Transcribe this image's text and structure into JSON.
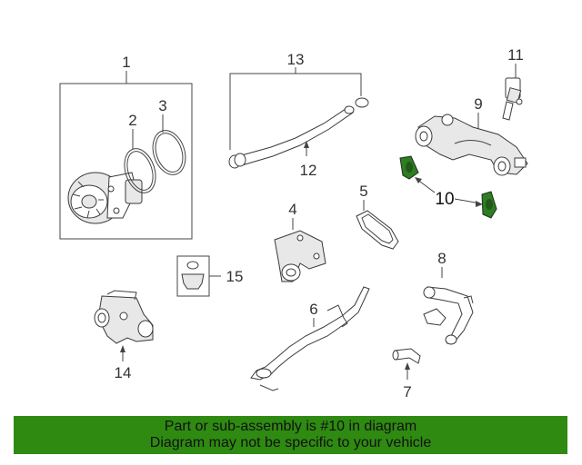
{
  "callouts": {
    "c1": "1",
    "c2": "2",
    "c3": "3",
    "c4": "4",
    "c5": "5",
    "c6": "6",
    "c7": "7",
    "c8": "8",
    "c9": "9",
    "c10": "10",
    "c11": "11",
    "c12": "12",
    "c13": "13",
    "c14": "14",
    "c15": "15"
  },
  "banner": {
    "line1": "Part or sub-assembly is #10 in diagram",
    "line2": "Diagram may not be specific to your vehicle"
  },
  "colors": {
    "highlight_part": "#2e7d22",
    "banner_bg": "#2f8a12",
    "line": "#444444"
  }
}
